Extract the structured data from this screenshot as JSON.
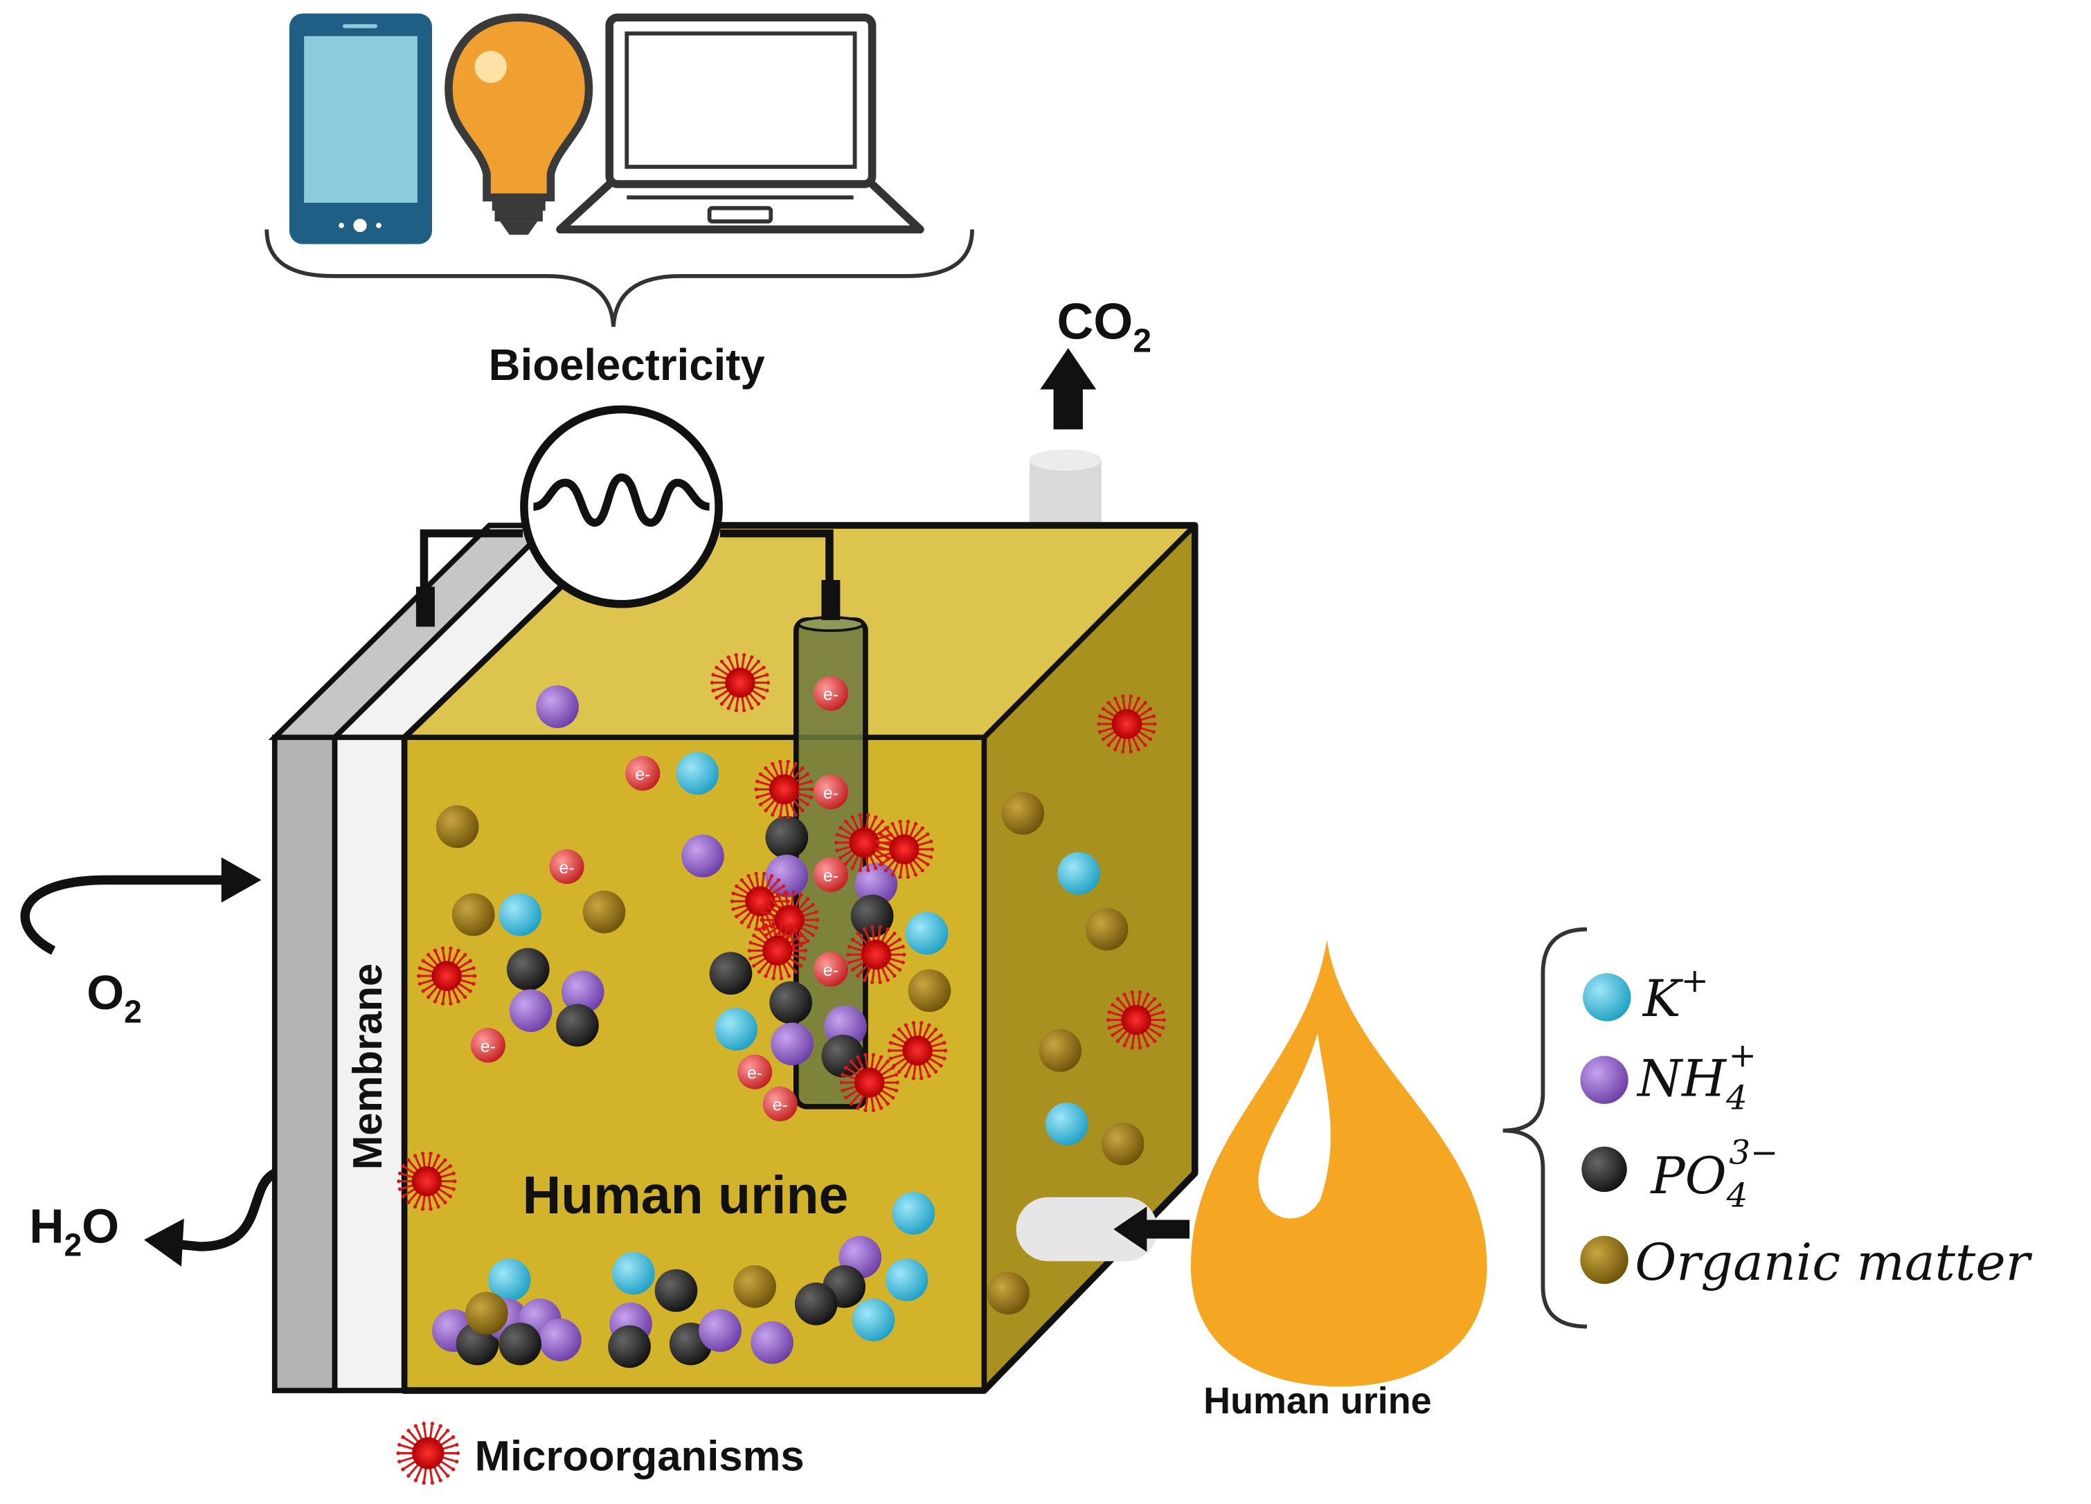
{
  "labels": {
    "bioelectricity": "Bioelectricity",
    "co2_main": "CO",
    "co2_sub": "2",
    "o2_main": "O",
    "o2_sub": "2",
    "h2o_h": "H",
    "h2o_sub": "2",
    "h2o_o": "O",
    "membrane": "Membrane",
    "chamber_text": "Human urine",
    "drop_caption": "Human urine",
    "microorganisms": "Microorganisms",
    "electron": "e-"
  },
  "legend": {
    "k": {
      "base": "K",
      "sup": "+",
      "color": "#3bb4d6"
    },
    "nh4": {
      "base": "NH",
      "sub": "4",
      "sup": "+",
      "color": "#8a5bbf"
    },
    "po4": {
      "base": "PO",
      "sub": "4",
      "sup": "3−",
      "color": "#222222"
    },
    "organic": {
      "text": "Organic matter",
      "color": "#8a6a10"
    }
  },
  "icons": [
    "smartphone-icon",
    "light-bulb-icon",
    "laptop-icon",
    "resistor-icon",
    "urine-drop-icon",
    "microorganism-icon"
  ],
  "colors": {
    "chamber_front": "#d4b52a",
    "chamber_top": "#dfc553",
    "chamber_side": "#a8911e",
    "drop": "#f5a623",
    "membrane_white": "#f2f2f2",
    "membrane_gray": "#b5b5b5",
    "microbe": "#e02020",
    "electron": "#d83a3a"
  }
}
